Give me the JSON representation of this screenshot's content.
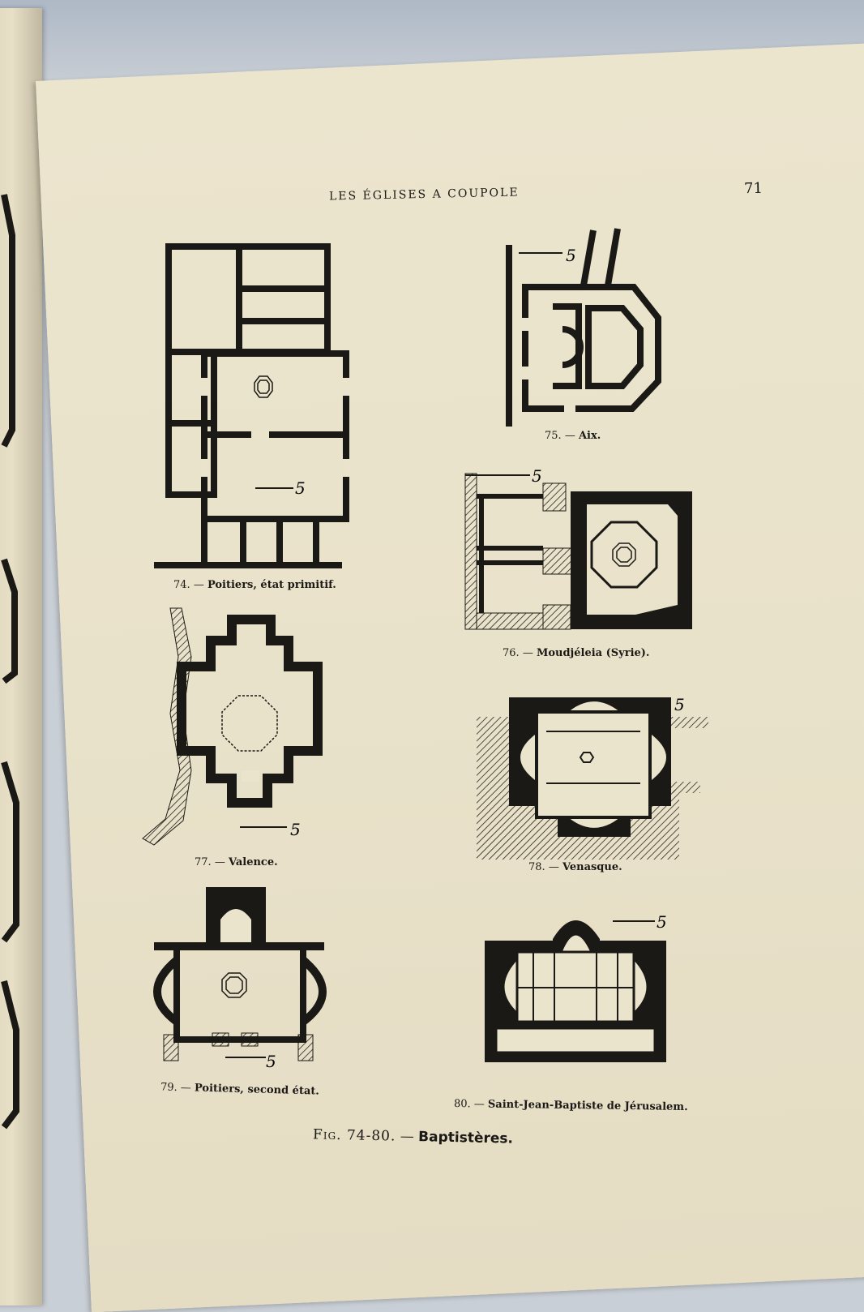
{
  "header": {
    "running_title": "LES ÉGLISES A COUPOLE",
    "page_number": "71"
  },
  "figures": [
    {
      "number": "74.",
      "caption": "Poitiers, état primitif."
    },
    {
      "number": "75.",
      "caption": "Aix."
    },
    {
      "number": "76.",
      "caption": "Moudjéleia (Syrie)."
    },
    {
      "number": "77.",
      "caption": "Valence."
    },
    {
      "number": "78.",
      "caption": "Venasque."
    },
    {
      "number": "79.",
      "caption": "Poitiers, second état."
    },
    {
      "number": "80.",
      "caption": "Saint-Jean-Baptiste de Jérusalem."
    }
  ],
  "figure_title": {
    "prefix": "Fig. 74-80.",
    "label": "Baptistères."
  },
  "scale_mark": "5",
  "colors": {
    "paper": "#ebe4cc",
    "ink": "#1b1915",
    "background": "#c6ccd3"
  }
}
